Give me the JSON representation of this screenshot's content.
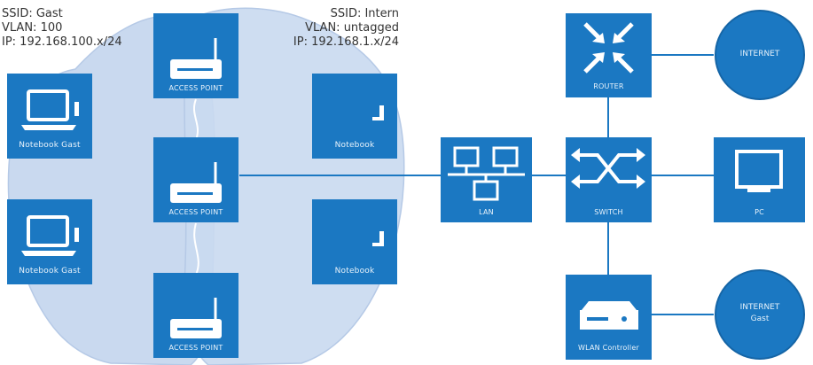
{
  "guest_network": {
    "ssid": "SSID: Gast",
    "vlan": "VLAN: 100",
    "ip": "IP: 192.168.100.x/24"
  },
  "internal_network": {
    "ssid": "SSID: Intern",
    "vlan": "VLAN: untagged",
    "ip": "IP: 192.168.1.x/24"
  },
  "nodes": {
    "ap_top": "ACCESS POINT",
    "ap_middle": "ACCESS POINT",
    "ap_bottom": "ACCESS POINT",
    "notebook_guest_1": "Notebook Gast",
    "notebook_guest_2": "Notebook Gast",
    "notebook_1": "Notebook",
    "notebook_2": "Notebook",
    "lan": "LAN",
    "router": "ROUTER",
    "switch": "SWITCH",
    "pc": "PC",
    "wlan_controller": "WLAN Controller",
    "internet_1": "INTERNET",
    "internet_2_line1": "INTERNET",
    "internet_2_line2": "Gast"
  },
  "colors": {
    "node_blue": "#1b78c2",
    "cloud_fill": "#c9d9ef",
    "cloud_stroke": "#b5c9e6",
    "link": "#1b78c2"
  }
}
